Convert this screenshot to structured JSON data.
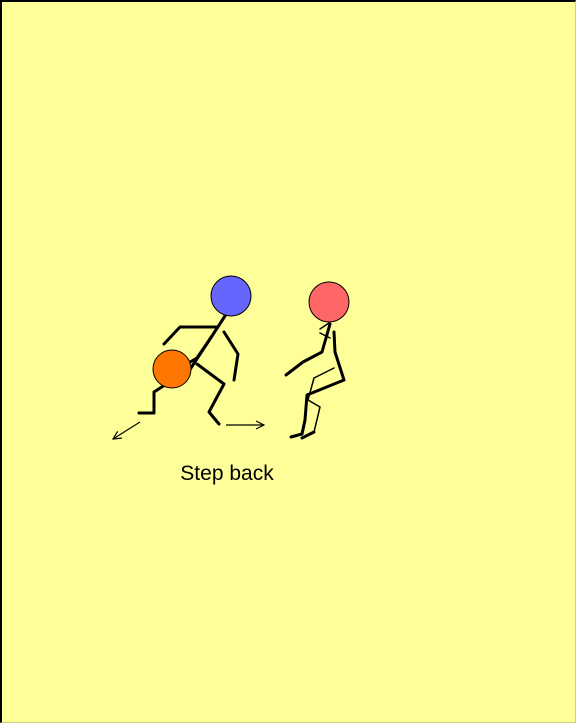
{
  "caption": "Step back",
  "colors": {
    "background": "#ffff99",
    "player_head": "#6666ff",
    "ball": "#ff7700",
    "defender_head": "#ff6666",
    "lines": "#000000"
  },
  "figures": [
    {
      "role": "ball-handler",
      "head_icon": "blue-head-icon"
    },
    {
      "role": "ball",
      "icon": "basketball-icon"
    },
    {
      "role": "defender",
      "head_icon": "red-head-icon"
    }
  ],
  "arrows": [
    {
      "meaning": "step-back-direction",
      "icon": "arrow-left-down-icon"
    },
    {
      "meaning": "foot-slide-direction",
      "icon": "arrow-right-icon"
    }
  ]
}
